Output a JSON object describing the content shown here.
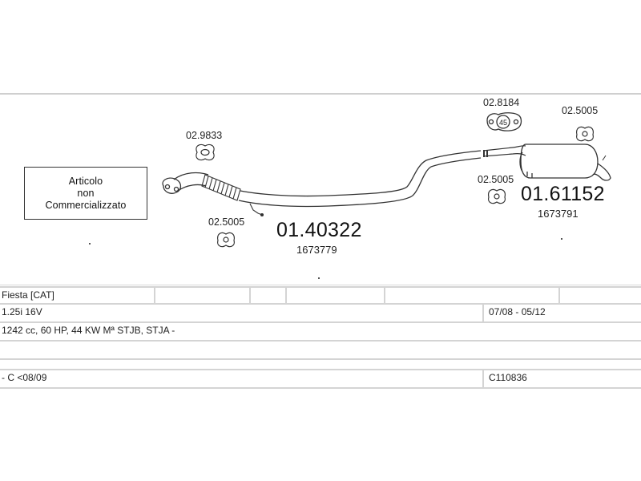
{
  "notice": {
    "line1": "Articolo",
    "line2": "non",
    "line3": "Commercializzato"
  },
  "parts": {
    "gasket_front": "02.9833",
    "clamp_front": "02.5005",
    "rubber_mount": "02.8184",
    "rubber_mount_size": "45",
    "clamp_rear_top": "02.5005",
    "clamp_rear_left": "02.5005"
  },
  "articles": {
    "middle": {
      "number": "01.40322",
      "ref": "1673779"
    },
    "rear": {
      "number": "01.61152",
      "ref": "1673791"
    }
  },
  "vehicle_table": {
    "row1": {
      "model": "Fiesta  [CAT]"
    },
    "row2": {
      "engine": "1.25i 16V",
      "period": "07/08 - 05/12"
    },
    "row3": {
      "specs": "1242 cc, 60 HP, 44 KW  Mª STJB, STJA -"
    },
    "row4": {},
    "row5": {
      "note": "- C <08/09",
      "code": "C110836"
    }
  },
  "colors": {
    "line": "#333333",
    "table_border": "#d4d4d4",
    "frame_border": "#cfcfcf"
  }
}
